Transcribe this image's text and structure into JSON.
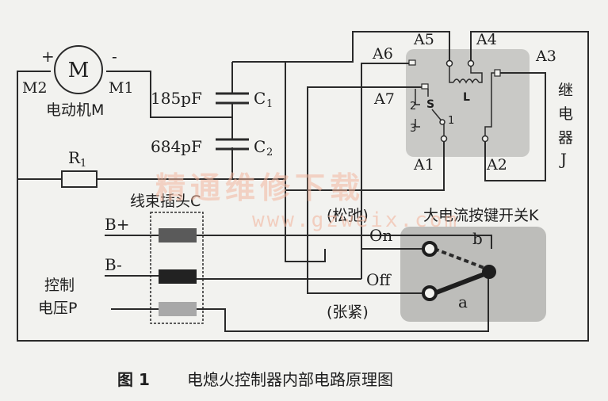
{
  "caption": {
    "label": "图 1",
    "title": "电熄火控制器内部电路原理图"
  },
  "watermark": {
    "text": "精通维修下载",
    "url": "www.gzweix.com"
  },
  "motor": {
    "symbol": "M",
    "plus": "+",
    "minus": "-",
    "m2": "M2",
    "m1": "M1",
    "name": "电动机M"
  },
  "capacitors": {
    "c1_value": "185pF",
    "c1_name": "C",
    "c1_sub": "1",
    "c2_value": "684pF",
    "c2_name": "C",
    "c2_sub": "2"
  },
  "resistor": {
    "name": "R",
    "sub": "1"
  },
  "relay": {
    "a1": "A1",
    "a2": "A2",
    "a3": "A3",
    "a4": "A4",
    "a5": "A5",
    "a6": "A6",
    "a7": "A7",
    "coil": "L",
    "switch": "S",
    "pin1": "1",
    "pin2": "2",
    "pin3": "3",
    "name_1": "继",
    "name_2": "电",
    "name_3": "器",
    "name_4": "J"
  },
  "harness": {
    "name": "线束插头C",
    "b_plus": "B+",
    "b_minus": "B-",
    "control_1": "控制",
    "control_2": "电压P"
  },
  "key_switch": {
    "name": "大电流按键开关K",
    "loose": "(松弛)",
    "tight": "(张紧)",
    "on": "On",
    "off": "Off",
    "b": "b",
    "a": "a"
  }
}
